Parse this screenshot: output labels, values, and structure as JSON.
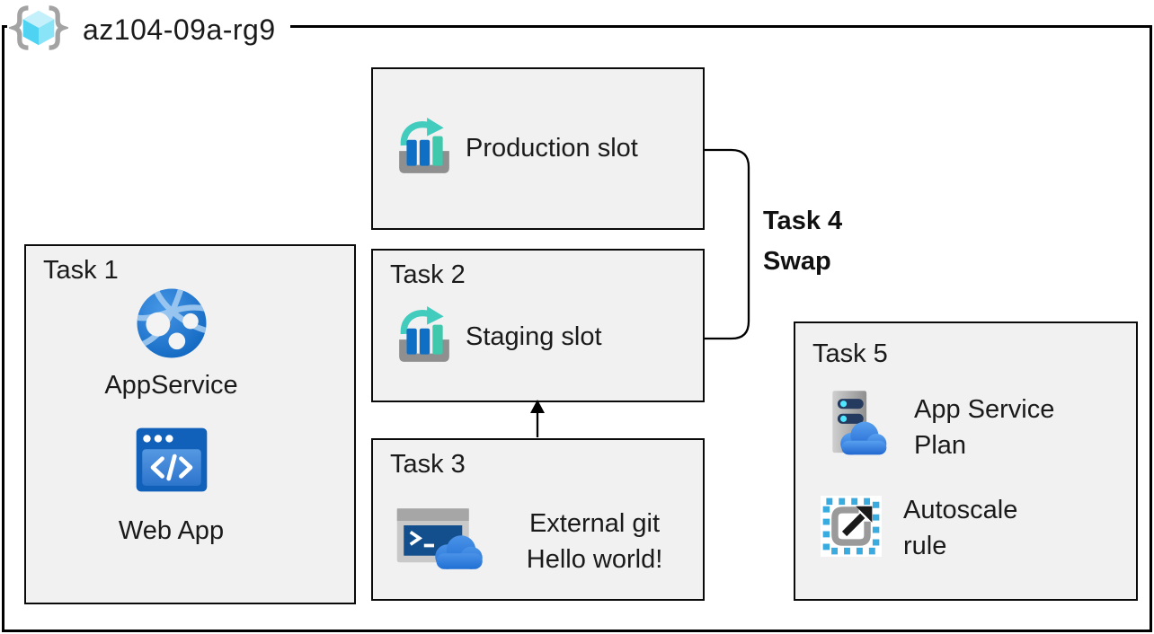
{
  "resource_group": {
    "name": "az104-09a-rg9"
  },
  "boxes": {
    "production": {
      "slot_label": "Production slot"
    },
    "task1": {
      "title": "Task 1",
      "app_service_label": "AppService",
      "web_app_label": "Web App"
    },
    "task2": {
      "title": "Task 2",
      "slot_label": "Staging slot"
    },
    "task3": {
      "title": "Task 3",
      "line1": "External git",
      "line2": "Hello world!"
    },
    "task4": {
      "title": "Task 4",
      "action": "Swap"
    },
    "task5": {
      "title": "Task 5",
      "item1_line1": "App Service",
      "item1_line2": "Plan",
      "item2_line1": "Autoscale",
      "item2_line2": "rule"
    }
  },
  "icons": {
    "resource-group-icon": "gray curly braces with cyan 3D cube",
    "deployment-slots-icon": "bar chart on gray tray with teal swap arrow",
    "app-service-icon": "blue globe with light arcs and white nodes",
    "web-app-icon": "blue browser window with </> code glyph",
    "cloud-shell-icon": "terminal window >_ with blue cloud",
    "app-service-plan-icon": "gray server with navy slots and blue cloud",
    "autoscale-icon": "dashed cyan square, gray bracket, black up-right arrow"
  },
  "colors": {
    "box_fill": "#f1f1f1",
    "border": "#000000",
    "azure_blue": "#0f6fc5",
    "teal": "#41ccbe",
    "cyan": "#4fd3f2",
    "gray": "#9a9a9a",
    "navy": "#243a5e"
  }
}
